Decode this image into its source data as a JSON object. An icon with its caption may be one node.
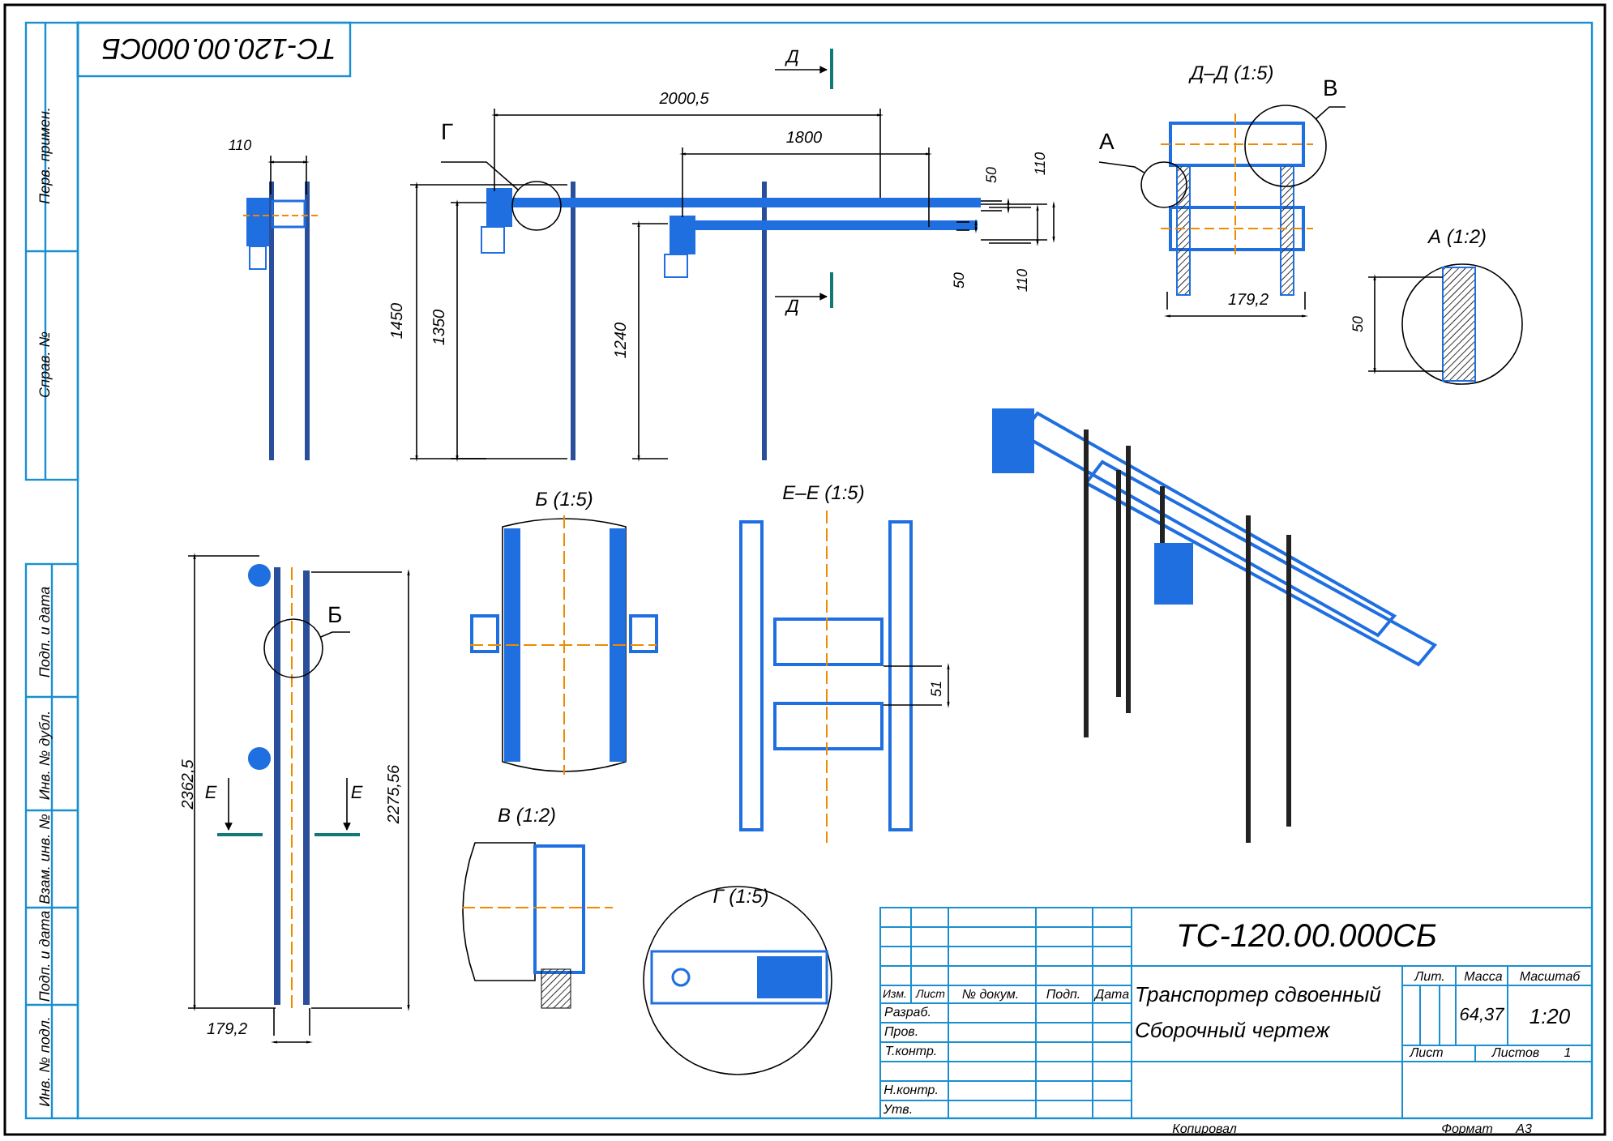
{
  "diagram": {
    "title": "Транспортер сдвоенный Сборочный чертеж",
    "nodes": [
      {
        "text": [
          "Г"
        ]
      },
      {
        "text": [],
        "shape": "circle"
      },
      {
        "text": [
          "А"
        ]
      },
      {
        "text": [],
        "shape": "circle"
      },
      {
        "text": [
          "В"
        ]
      },
      {
        "text": [],
        "shape": "circle"
      },
      {
        "text": [
          "Б"
        ]
      },
      {
        "text": [],
        "shape": "circle"
      }
    ],
    "edges": [
      {
        "from": 0,
        "to": 1,
        "arrow": "none"
      },
      {
        "from": 2,
        "to": 3,
        "arrow": "none"
      },
      {
        "from": 4,
        "to": 5,
        "arrow": "none"
      },
      {
        "from": 6,
        "to": 7,
        "arrow": "none"
      }
    ],
    "labels": [
      "ТС-120.00.000СБ",
      "Перв. примен.",
      "Справ. №",
      "Подп. и дата",
      "Инв. № дубл.",
      "Взам. инв. №",
      "Подп. и дата",
      "Инв. № подл.",
      "110",
      "2000,5",
      "1800",
      "Д",
      "50",
      "110",
      "50",
      "110",
      "Д",
      "1450",
      "1350",
      "1240",
      "Д–Д (1:5)",
      "179,2",
      "А (1:2)",
      "50",
      "Б (1:5)",
      "Е–Е (1:5)",
      "51",
      "2362,5",
      "Е",
      "Е",
      "2275,56",
      "179,2",
      "В (1:2)",
      "Г (1:5)",
      "ТС-120.00.000СБ",
      "Изм.",
      "Лист",
      "№ докум.",
      "Подп.",
      "Дата",
      "Разраб.",
      "Пров.",
      "Т.контр.",
      "Н.контр.",
      "Утв.",
      "Лит.",
      "Масса",
      "Масштаб",
      "64,37",
      "1:20",
      "Лист",
      "Листов",
      "1",
      "Копировал",
      "Формат",
      "А3"
    ]
  }
}
